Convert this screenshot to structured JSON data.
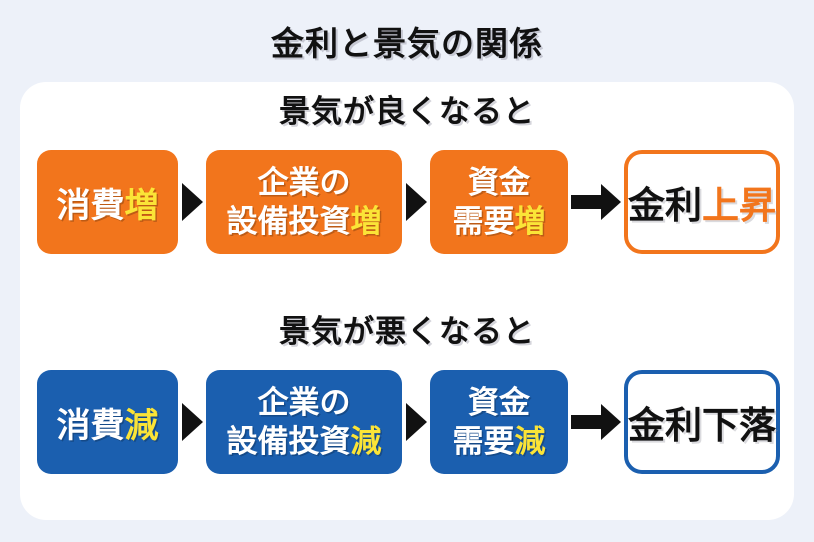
{
  "title": "金利と景気の関係",
  "colors": {
    "background": "#EDF1F9",
    "card": "#FFFFFF",
    "orange": "#F2751C",
    "blue": "#1B5FAF",
    "highlight_yellow": "#FBE437",
    "arrow_black": "#111111",
    "text_white": "#FFFFFF",
    "text_black": "#111111"
  },
  "sections": {
    "good": {
      "heading": "景気が良くなると",
      "box1": {
        "main": "消費",
        "suffix": "増"
      },
      "box2": {
        "line1": "企業の",
        "line2_main": "設備投資",
        "suffix": "増"
      },
      "box3": {
        "line1": "資金",
        "line2_main": "需要",
        "suffix": "増"
      },
      "result": {
        "main": "金利",
        "suffix": "上昇"
      }
    },
    "bad": {
      "heading": "景気が悪くなると",
      "box1": {
        "main": "消費",
        "suffix": "減"
      },
      "box2": {
        "line1": "企業の",
        "line2_main": "設備投資",
        "suffix": "減"
      },
      "box3": {
        "line1": "資金",
        "line2_main": "需要",
        "suffix": "減"
      },
      "result": {
        "main": "金利下落",
        "suffix": ""
      }
    }
  }
}
